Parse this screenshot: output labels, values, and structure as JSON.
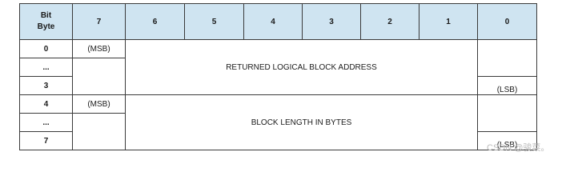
{
  "caption_fragment": "",
  "header": {
    "corner_bit": "Bit",
    "corner_byte": "Byte",
    "bits": [
      "7",
      "6",
      "5",
      "4",
      "3",
      "2",
      "1",
      "0"
    ]
  },
  "rows": [
    {
      "byte": "0",
      "note": "(MSB)"
    },
    {
      "byte": "...",
      "note": ""
    },
    {
      "byte": "3",
      "note": "(LSB)"
    },
    {
      "byte": "4",
      "note": "(MSB)"
    },
    {
      "byte": "...",
      "note": ""
    },
    {
      "byte": "7",
      "note": "(LSB)"
    }
  ],
  "fields": {
    "returned_lba": "RETURNED LOGICAL BLOCK ADDRESS",
    "block_length": "BLOCK LENGTH IN BYTES"
  },
  "watermark": "CSDN @骏菜。",
  "colors": {
    "header_bg": "#cfe4f1",
    "border": "#3a3a3a"
  }
}
